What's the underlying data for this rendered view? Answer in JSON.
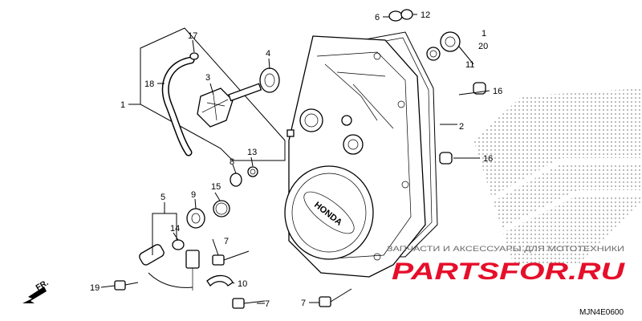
{
  "diagram": {
    "cover_logo_text": "HONDA",
    "direction_label": "FR.",
    "diagram_code": "MJN4E0600",
    "callouts": [
      "1",
      "2",
      "3",
      "4",
      "5",
      "6",
      "7",
      "7",
      "7",
      "8",
      "9",
      "10",
      "11",
      "12",
      "13",
      "14",
      "15",
      "16",
      "16",
      "17",
      "18",
      "19",
      "1",
      "20"
    ]
  },
  "watermark": {
    "tagline": "ЗАПЧАСТИ И АКСЕССУАРЫ ДЛЯ МОТОТЕХНИКИ",
    "brand": "PARTSFOR.RU"
  },
  "colors": {
    "ink": "#000000",
    "brand_red": "#e60e2a",
    "watermark_gray": "#6b6b6b",
    "halftone": "#b5b5b5"
  }
}
